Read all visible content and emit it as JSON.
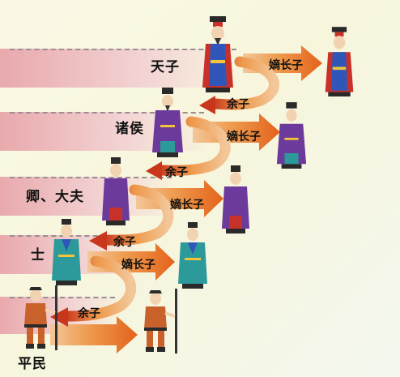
{
  "ranks": {
    "emperor": "天子",
    "vassal_lords": "诸侯",
    "ministers": "卿、大夫",
    "scholars": "士",
    "commoners": "平民"
  },
  "arrows": {
    "eldest_son_1": "嫡长子",
    "eldest_son_2": "嫡长子",
    "eldest_son_3": "嫡长子",
    "eldest_son_4": "嫡长子",
    "other_sons_1": "余子",
    "other_sons_2": "余子",
    "other_sons_3": "余子",
    "other_sons_4": "余子"
  },
  "colors": {
    "arrow_orange": "#e8742a",
    "band_pink": "#eebfc3",
    "robe_blue": "#2f56b8",
    "robe_purple": "#6b3a9a",
    "robe_teal": "#2c9a9a",
    "robe_red": "#c8312a"
  }
}
